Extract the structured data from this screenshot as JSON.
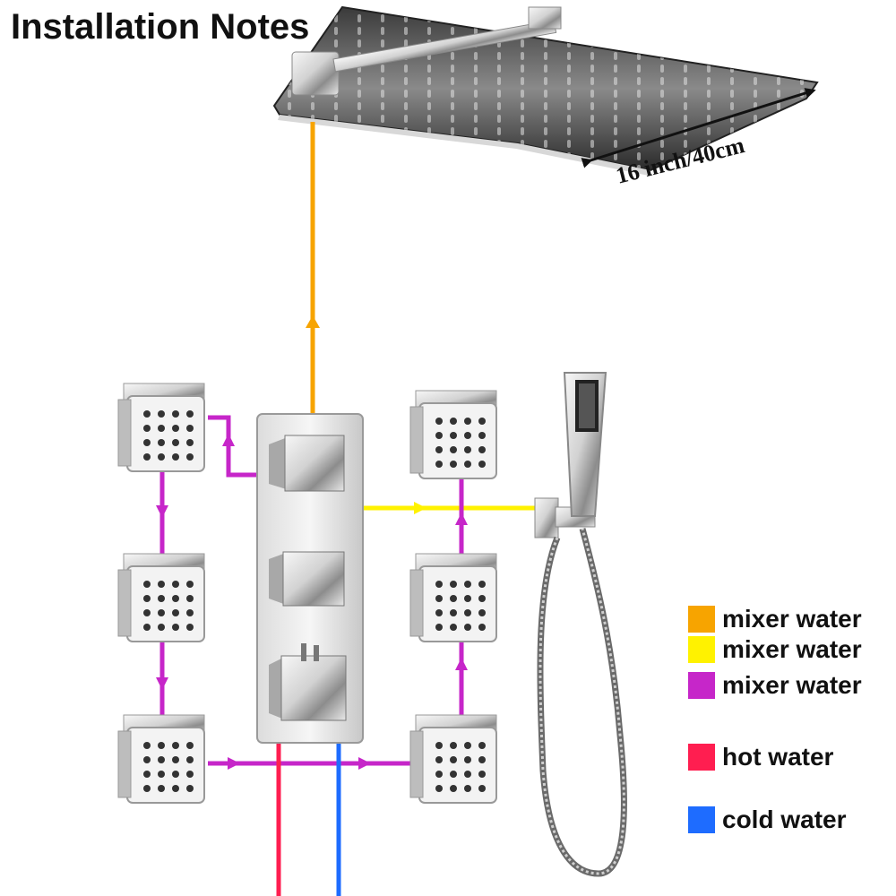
{
  "title": "Installation Notes",
  "dimension_label": "16 inch/40cm",
  "colors": {
    "orange": "#f7a400",
    "yellow": "#fff200",
    "purple": "#c626c9",
    "red": "#ff1e50",
    "blue": "#1e6cff"
  },
  "legend": [
    {
      "label": "mixer water",
      "color": "#f7a400"
    },
    {
      "label": "mixer water",
      "color": "#fff200"
    },
    {
      "label": "mixer water",
      "color": "#c626c9"
    },
    {
      "label": "hot water",
      "color": "#ff1e50"
    },
    {
      "label": "cold water",
      "color": "#1e6cff"
    }
  ]
}
